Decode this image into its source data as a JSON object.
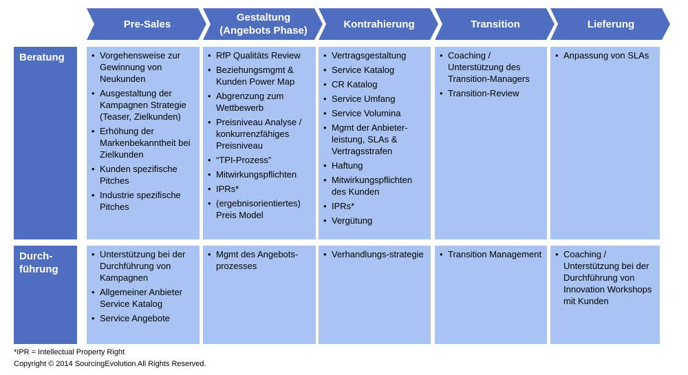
{
  "phases": [
    "Pre-Sales",
    "Gestaltung\n(Angebots Phase)",
    "Kontrahierung",
    "Transition",
    "Lieferung"
  ],
  "colors": {
    "phase_header": "#4f6ebf",
    "row_label": "#4f6ebf",
    "cell": "#a9c4f2"
  },
  "rows": [
    {
      "label": "Beratung",
      "cells": [
        [
          "Vorgehensweise zur Gewinnung von Neukunden",
          "Ausgestaltung der Kampagnen Strategie (Teaser, Zielkunden)",
          "Erhöhung der Markenbekanntheit bei Zielkunden",
          "Kunden spezifische Pitches",
          "Industrie spezifische Pitches"
        ],
        [
          "RfP Qualitäts Review",
          "Beziehungsmgmt & Kunden Power Map",
          "Abgrenzung zum Wettbewerb",
          "Preisniveau Analyse / konkurrenzfähiges Preisniveau",
          "“TPI-Prozess”",
          "Mitwirkungspflichten",
          "IPRs*",
          "(ergebnisorientiertes) Preis Model"
        ],
        [
          "Vertragsgestaltung",
          "Service Katalog",
          "CR Katalog",
          "Service Umfang",
          "Service Volumina",
          "Mgmt der Anbieter-leistung, SLAs & Vertragsstrafen",
          "Haftung",
          "Mitwirkungspflichten des Kunden",
          "IPRs*",
          "Vergütung"
        ],
        [
          "Coaching / Unterstützung des Transition-Managers",
          "Transition-Review"
        ],
        [
          "Anpassung von SLAs"
        ]
      ]
    },
    {
      "label": "Durch-\nführung",
      "cells": [
        [
          "Unterstützung bei der Durchführung von Kampagnen",
          "Allgemeiner Anbieter Service Katalog",
          "Service Angebote"
        ],
        [
          "Mgmt des Angebots-prozesses"
        ],
        [
          "Verhandlungs-strategie"
        ],
        [
          "Transition Management"
        ],
        [
          "Coaching / Unterstützung bei der Durchführung von Innovation Workshops mit Kunden"
        ]
      ]
    }
  ],
  "footnote": "*IPR = Intellectual Property Right",
  "copyright": "Copyright © 2014 SourcingEvolution All Rights Reserved."
}
